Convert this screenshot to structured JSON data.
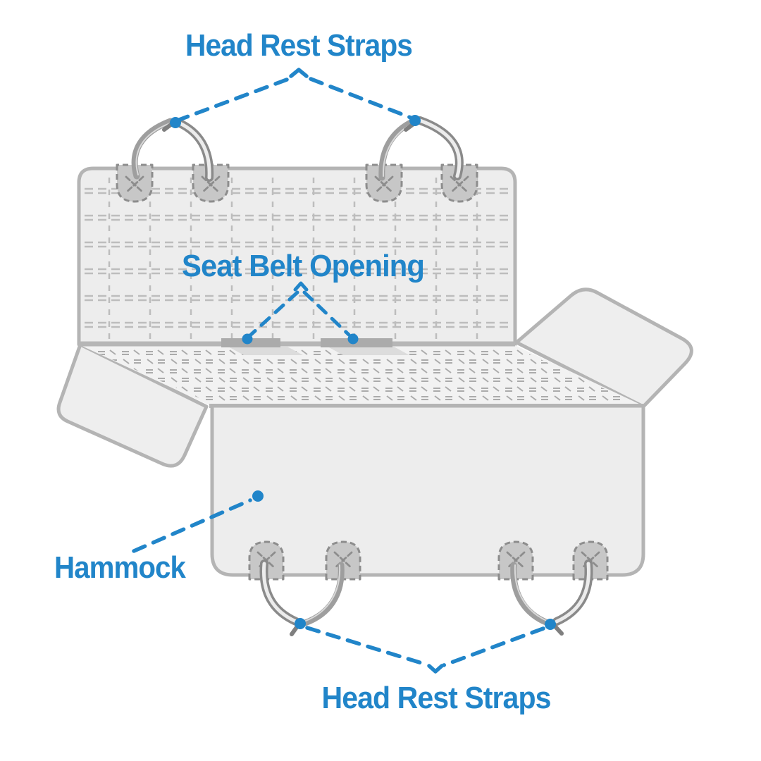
{
  "diagram": {
    "kind": "product-feature-callout-diagram",
    "labels": {
      "head_rest_straps_top": "Head Rest Straps",
      "seat_belt_opening": "Seat Belt Opening",
      "hammock": "Hammock",
      "head_rest_straps_bottom": "Head Rest Straps"
    },
    "callouts": [
      {
        "label": "Head Rest Straps",
        "position": "top"
      },
      {
        "label": "Seat Belt Opening",
        "position": "middle"
      },
      {
        "label": "Hammock",
        "position": "left"
      },
      {
        "label": "Head Rest Straps",
        "position": "bottom"
      }
    ],
    "colors": {
      "accent_blue": "#2185c9",
      "background": "#ffffff",
      "panel_fill": "#ededed",
      "panel_outline": "#b4b4b4",
      "seat_fill": "#f2f2f2",
      "quilt_stitch": "#bdbdbd",
      "seat_texture": "#ababab",
      "belt_opening_strip": "#ababab",
      "patch_fill": "#c7c7c7",
      "patch_stitch": "#8d8d8d",
      "strap_dark": "#8a8a8a",
      "strap_mid": "#9e9e9e",
      "strap_core": "#ececec"
    }
  }
}
